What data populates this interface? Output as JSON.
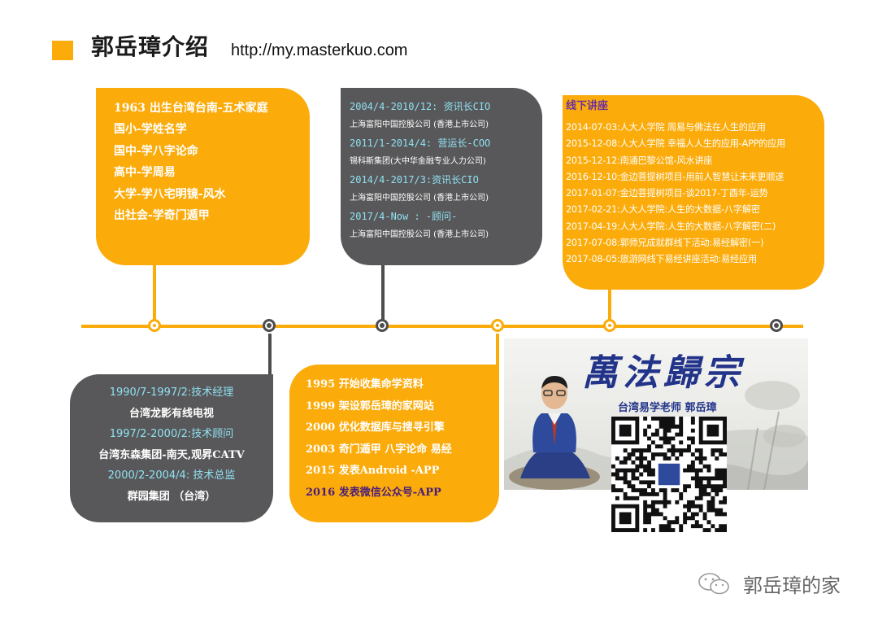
{
  "header": {
    "title": "郭岳璋介绍",
    "url": "http://my.masterkuo.com"
  },
  "education": [
    "1963 出生台湾台南-五术家庭",
    "国小-学姓名学",
    "国中-学八字论命",
    "高中-学周易",
    "大学-学八宅明镜-风水",
    "出社会-学奇门遁甲"
  ],
  "career_early": [
    {
      "period": "1990/7-1997/2:技术经理",
      "company": "台湾龙影有线电视"
    },
    {
      "period": "1997/2-2000/2:技术顾问",
      "company": "台湾东森集团-南天,观昇CATV"
    },
    {
      "period": "2000/2-2004/4: 技术总监",
      "company": "群园集团 （台湾）"
    }
  ],
  "career_late": [
    {
      "period": "2004/4-2010/12: 资讯长CIO",
      "company": "上海富阳中国控股公司 (香港上市公司)"
    },
    {
      "period": "2011/1-2014/4: 营运长-COO",
      "company": "锡科斯集团(大中华金融专业人力公司)"
    },
    {
      "period": "2014/4-2017/3:资讯长CIO",
      "company": "上海富阳中国控股公司 (香港上市公司)"
    },
    {
      "period": "2017/4-Now : -顾问-",
      "company": "上海富阳中国控股公司 (香港上市公司)"
    }
  ],
  "projects": [
    "1995 开始收集命学资料",
    "1999 架设郭岳璋的家网站",
    "2000 优化数据库与搜寻引擎",
    "2003 奇门遁甲 八字论命 易经",
    "2015 发表Android -APP",
    "2016 发表微信公众号-APP"
  ],
  "lectures": {
    "title": "线下讲座",
    "items": [
      "2014-07-03:人大人学院 周易与佛法在人生的应用",
      "2015-12-08:人大人学院 幸福人人生的应用-APP的应用",
      "2015-12-12:南通巴黎公馆-风水讲座",
      "2016-12-10:金边菩提树项目-用前人智慧让未来更顺遂",
      "2017-01-07:金边菩提树项目-谈2017-丁酉年-运势",
      "2017-02-21:人大人学院:人生的大数据-八字解密",
      "2017-04-19:人大人学院:人生的大数据-八字解密(二)",
      "2017-07-08:郭师兄成就群线下活动:易经解密(一)",
      "2017-08-05:旅游网线下易经讲座活动:易经应用"
    ]
  },
  "banner": {
    "calligraphy": "萬法歸宗",
    "subtitle": "台湾易学老师 郭岳璋"
  },
  "footer": {
    "account": "郭岳璋的家"
  },
  "colors": {
    "accent": "#fbab0a",
    "dark": "#58585a",
    "period_text": "#8fe0f0",
    "lecture_title": "#6a2fa0"
  },
  "icons": [
    "wechat-icon",
    "qr-code-icon"
  ]
}
